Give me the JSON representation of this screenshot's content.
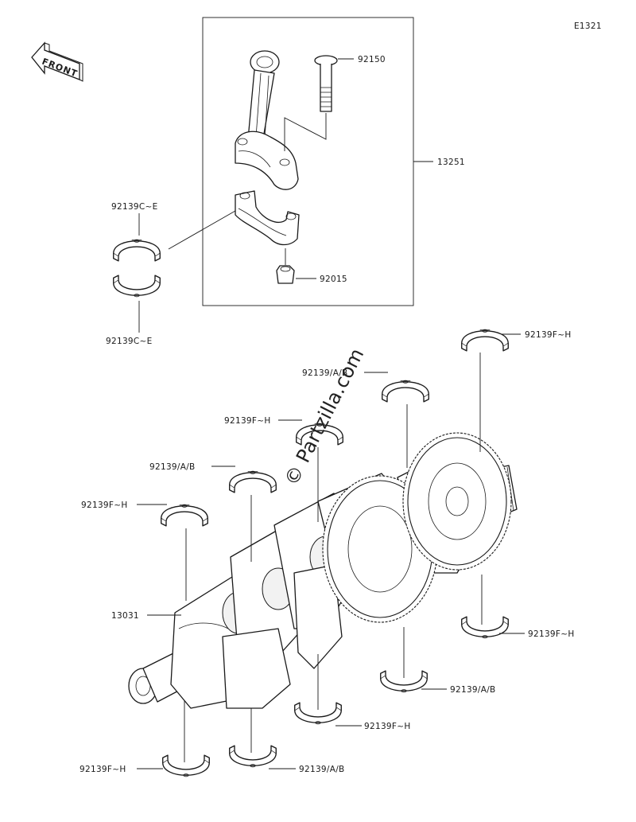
{
  "diagram_code": "E1321",
  "front_label": "FRONT",
  "watermark": "© Partzilla.com",
  "labels": {
    "p92150": "92150",
    "p13251": "13251",
    "p92139ce_top": "92139C~E",
    "p92139ce_bot": "92139C~E",
    "p92015": "92015",
    "p92139fh_1": "92139F~H",
    "p92139ab_1": "92139/A/B",
    "p92139fh_2": "92139F~H",
    "p92139ab_2": "92139/A/B",
    "p92139fh_3": "92139F~H",
    "p13031": "13031",
    "p92139fh_4": "92139F~H",
    "p92139ab_3": "92139/A/B",
    "p92139fh_5": "92139F~H",
    "p92139ab_4": "92139/A/B",
    "p92139fh_6": "92139F~H"
  }
}
